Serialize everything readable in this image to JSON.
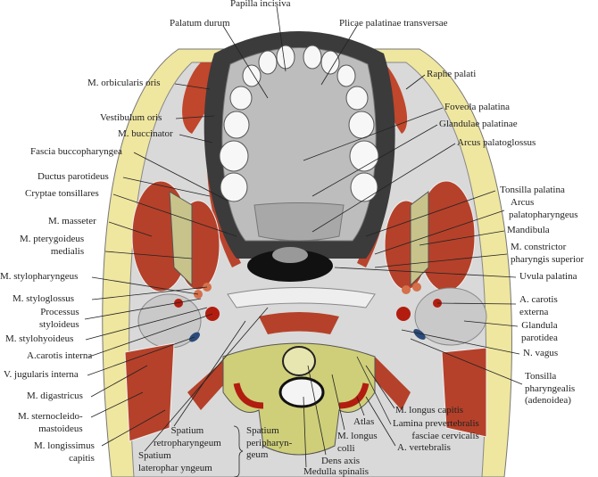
{
  "figure": {
    "labels": {
      "papilla_incisiva": "Papilla incisiva",
      "palatum_durum": "Palatum durum",
      "plicae_palatinae": "Plicae palatinae transversae",
      "orbicularis_oris": "M. orbicularis oris",
      "raphe_palati": "Raphe palati",
      "vestibulum_oris": "Vestibulum oris",
      "foveola_palatina": "Foveola palatina",
      "buccinator": "M. buccinator",
      "glandulae_palatinae": "Glandulae palatinae",
      "fascia_buccopharyngea": "Fascia buccopharyngea",
      "arcus_palatoglossus": "Arcus palatoglossus",
      "ductus_parotideus": "Ductus parotideus",
      "cryptae_tonsillares": "Cryptae tonsillares",
      "tonsilla_palatina": "Tonsilla palatina",
      "arcus_palatopharyngeus_1": "Arcus",
      "arcus_palatopharyngeus_2": "palatopharyngeus",
      "masseter": "M. masseter",
      "mandibula": "Mandibula",
      "pterygoideus_1": "M. pterygoideus",
      "pterygoideus_2": "medialis",
      "constrictor_1": "M. constrictor",
      "constrictor_2": "pharyngis superior",
      "stylopharyngeus": "M. stylopharyngeus",
      "uvula_palatina": "Uvula palatina",
      "styloglossus": "M. styloglossus",
      "processus_1": "Processus",
      "processus_2": "styloideus",
      "carotis_externa_1": "A. carotis",
      "carotis_externa_2": "externa",
      "stylohyoideus": "M. stylohyoideus",
      "glandula_parotidea_1": "Glandula",
      "glandula_parotidea_2": "parotidea",
      "carotis_interna": "A.carotis  interna",
      "n_vagus": "N. vagus",
      "jugularis_interna": "V. jugularis interna",
      "tonsilla_pharyngealis_1": "Tonsilla",
      "tonsilla_pharyngealis_2": "pharyngealis",
      "tonsilla_pharyngealis_3": "(adenoidea)",
      "digastricus": "M. digastricus",
      "sternocleido_1": "M. sternocleido-",
      "sternocleido_2": "mastoideus",
      "longissimus_1": "M. longissimus",
      "longissimus_2": "capitis",
      "retropharyngeum_1": "Spatium",
      "retropharyngeum_2": "retropharyngeum",
      "laterophar_1": "Spatium",
      "laterophar_2": "laterophar yngeum",
      "peripharyngeum_1": "Spatium",
      "peripharyngeum_2": "peripharyn-",
      "peripharyngeum_3": "geum",
      "longus_capitis": "M. longus capitis",
      "lamina_1": "Lamina prevertebralis",
      "lamina_2": "fasciae cervicalis",
      "atlas": "Atlas",
      "longus_colli_1": "M. longus",
      "longus_colli_2": "colli",
      "vertebralis": "A. vertebralis",
      "dens_axis": "Dens axis",
      "medulla_spinalis": "Medulla spinalis"
    }
  }
}
